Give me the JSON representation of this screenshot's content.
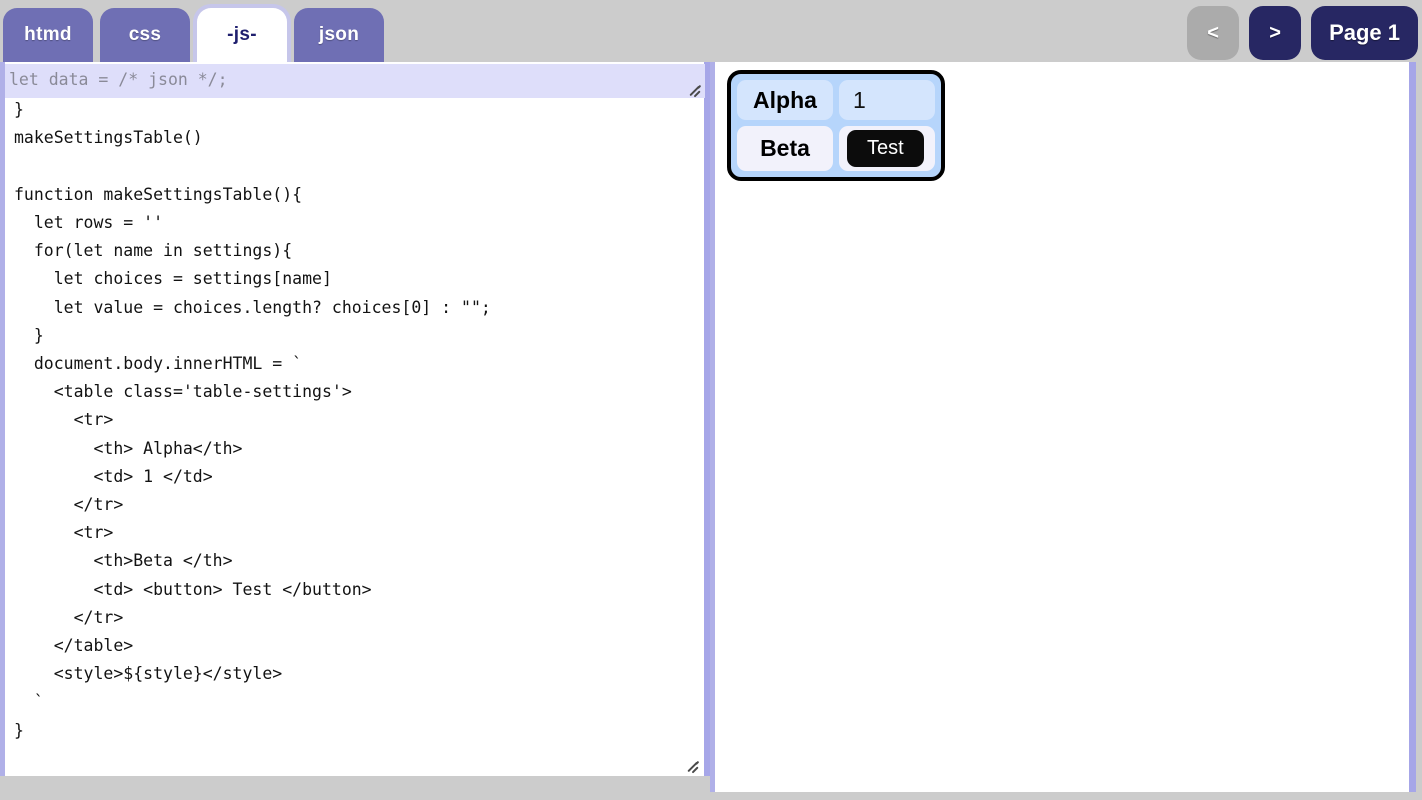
{
  "tabs": [
    {
      "label": "htmd",
      "active": false
    },
    {
      "label": "css",
      "active": false
    },
    {
      "label": "-js-",
      "active": true
    },
    {
      "label": "json",
      "active": false
    }
  ],
  "nav": {
    "prev_label": "<",
    "next_label": ">",
    "page_label": "Page 1"
  },
  "editor": {
    "json_overlay_value": "let data = /* json */;",
    "code_value": "  'beta' : words('a b c d e')\n}\nmakeSettingsTable()\n\nfunction makeSettingsTable(){\n  let rows = ''\n  for(let name in settings){\n    let choices = settings[name]\n    let value = choices.length? choices[0] : \"\";\n  }\n  document.body.innerHTML = `\n    <table class='table-settings'>\n      <tr>\n        <th> Alpha</th>\n        <td> 1 </td>\n      </tr>\n      <tr>\n        <th>Beta </th>\n        <td> <button> Test </button>\n      </tr>\n    </table>\n    <style>${style}</style>\n  `\n}"
  },
  "preview": {
    "table": {
      "rows": [
        {
          "header": "Alpha",
          "value": "1",
          "is_button": false
        },
        {
          "header": "Beta",
          "value": "Test",
          "is_button": true
        }
      ]
    }
  },
  "colors": {
    "tab_inactive": "#6f6fb4",
    "tab_active_text": "#1f1f6e",
    "nav_dark": "#272763",
    "nav_disabled": "#ababab",
    "chrome_bg": "#cccccc",
    "pane_border": "#a6a6e8",
    "overlay_bg": "#dedefa",
    "table_bg": "#b6d5fb",
    "row1_cell": "#d4e5fd",
    "row2_cell": "#f2f2fb",
    "button_bg": "#0c0c0c"
  }
}
